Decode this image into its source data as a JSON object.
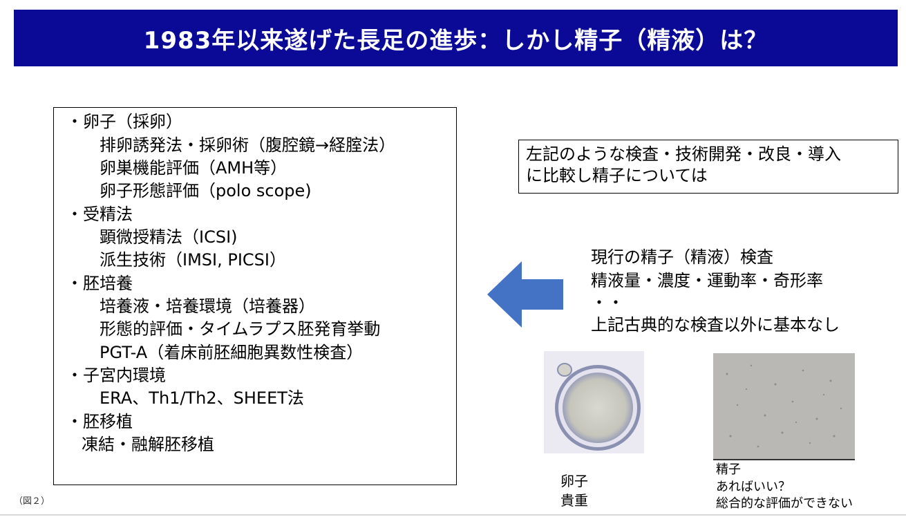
{
  "title": "1983年以来遂げた長足の進歩：しかし精子（精液）は？",
  "left_list": [
    {
      "text": "・卵子（採卵）",
      "level": 1
    },
    {
      "text": "排卵誘発法・採卵術（腹腔鏡→経腟法）",
      "level": 2
    },
    {
      "text": "卵巣機能評価（AMH等）",
      "level": 2
    },
    {
      "text": "卵子形態評価（polo scope)",
      "level": 2
    },
    {
      "text": "・受精法",
      "level": 1
    },
    {
      "text": "顕微授精法（ICSI)",
      "level": 2
    },
    {
      "text": "派生技術（IMSI, PICSI）",
      "level": 2
    },
    {
      "text": "・胚培養",
      "level": 1
    },
    {
      "text": "培養液・培養環境（培養器）",
      "level": 2
    },
    {
      "text": "形態的評価・タイムラプス胚発育挙動",
      "level": 2
    },
    {
      "text": "PGT-A（着床前胚細胞異数性検査）",
      "level": 2
    },
    {
      "text": "・子宮内環境",
      "level": 1
    },
    {
      "text": "ERA、Th1/Th2、SHEET法",
      "level": 2
    },
    {
      "text": "・胚移植",
      "level": 1
    },
    {
      "text": "凍結・融解胚移植",
      "level": 3
    }
  ],
  "note_box": {
    "line1": "左記のような検査・技術開発・改良・導入",
    "line2": "に比較し精子については"
  },
  "current_tests": {
    "line1": "現行の精子（精液）検査",
    "line2": "精液量・濃度・運動率・奇形率",
    "line3": "・・",
    "line4": "上記古典的な検査以外に基本なし"
  },
  "egg_caption": {
    "line1": "卵子",
    "line2": "貴重"
  },
  "sperm_caption": {
    "line1": "精子",
    "line2": "あればいい？",
    "line3": "総合的な評価ができない"
  },
  "figure_label": "（図２）",
  "colors": {
    "title_bg": "#0a0a96",
    "arrow": "#4472c4"
  }
}
